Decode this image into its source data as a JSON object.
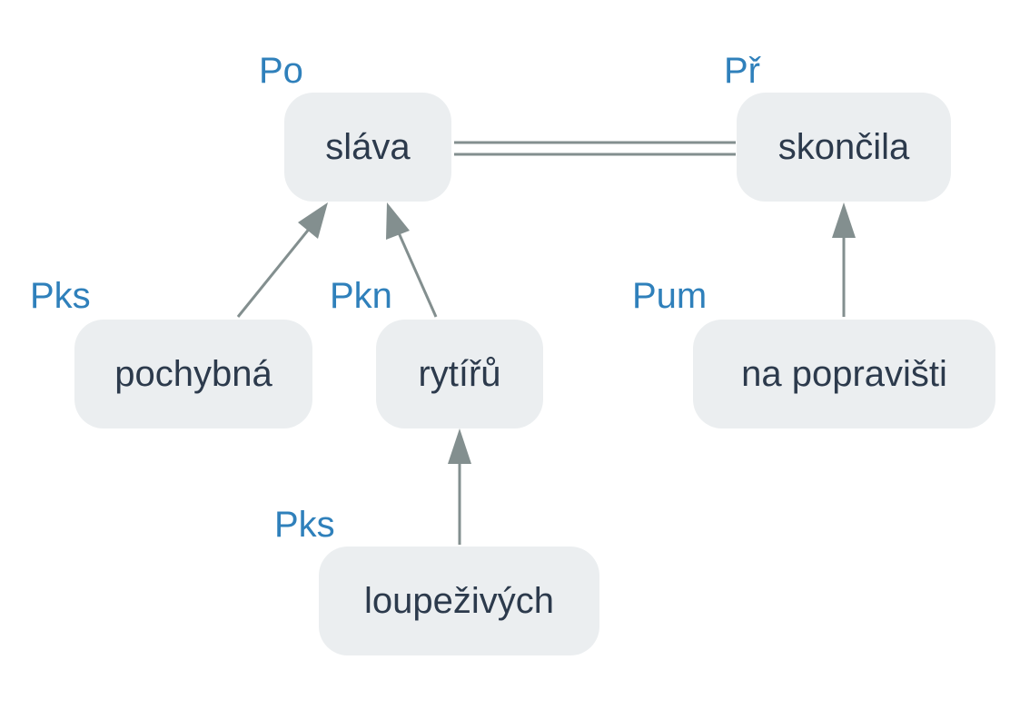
{
  "colors": {
    "node_fill": "#ebeef0",
    "node_text": "#2c3a4c",
    "role_text": "#2f80bb",
    "edge": "#838f8f"
  },
  "nodes": {
    "slava": {
      "label": "sláva",
      "role": "Po"
    },
    "skoncila": {
      "label": "skončila",
      "role": "Př"
    },
    "pochybna": {
      "label": "pochybná",
      "role": "Pks"
    },
    "rytiru": {
      "label": "rytířů",
      "role": "Pkn"
    },
    "na_popravisti": {
      "label": "na popravišti",
      "role": "Pum"
    },
    "loupezivych": {
      "label": "loupeživých",
      "role": "Pks"
    }
  },
  "edges": [
    {
      "from": "pochybna",
      "to": "slava",
      "kind": "arrow"
    },
    {
      "from": "rytiru",
      "to": "slava",
      "kind": "arrow"
    },
    {
      "from": "loupezivych",
      "to": "rytiru",
      "kind": "arrow"
    },
    {
      "from": "na_popravisti",
      "to": "skoncila",
      "kind": "arrow"
    },
    {
      "from": "slava",
      "to": "skoncila",
      "kind": "double-line"
    }
  ]
}
